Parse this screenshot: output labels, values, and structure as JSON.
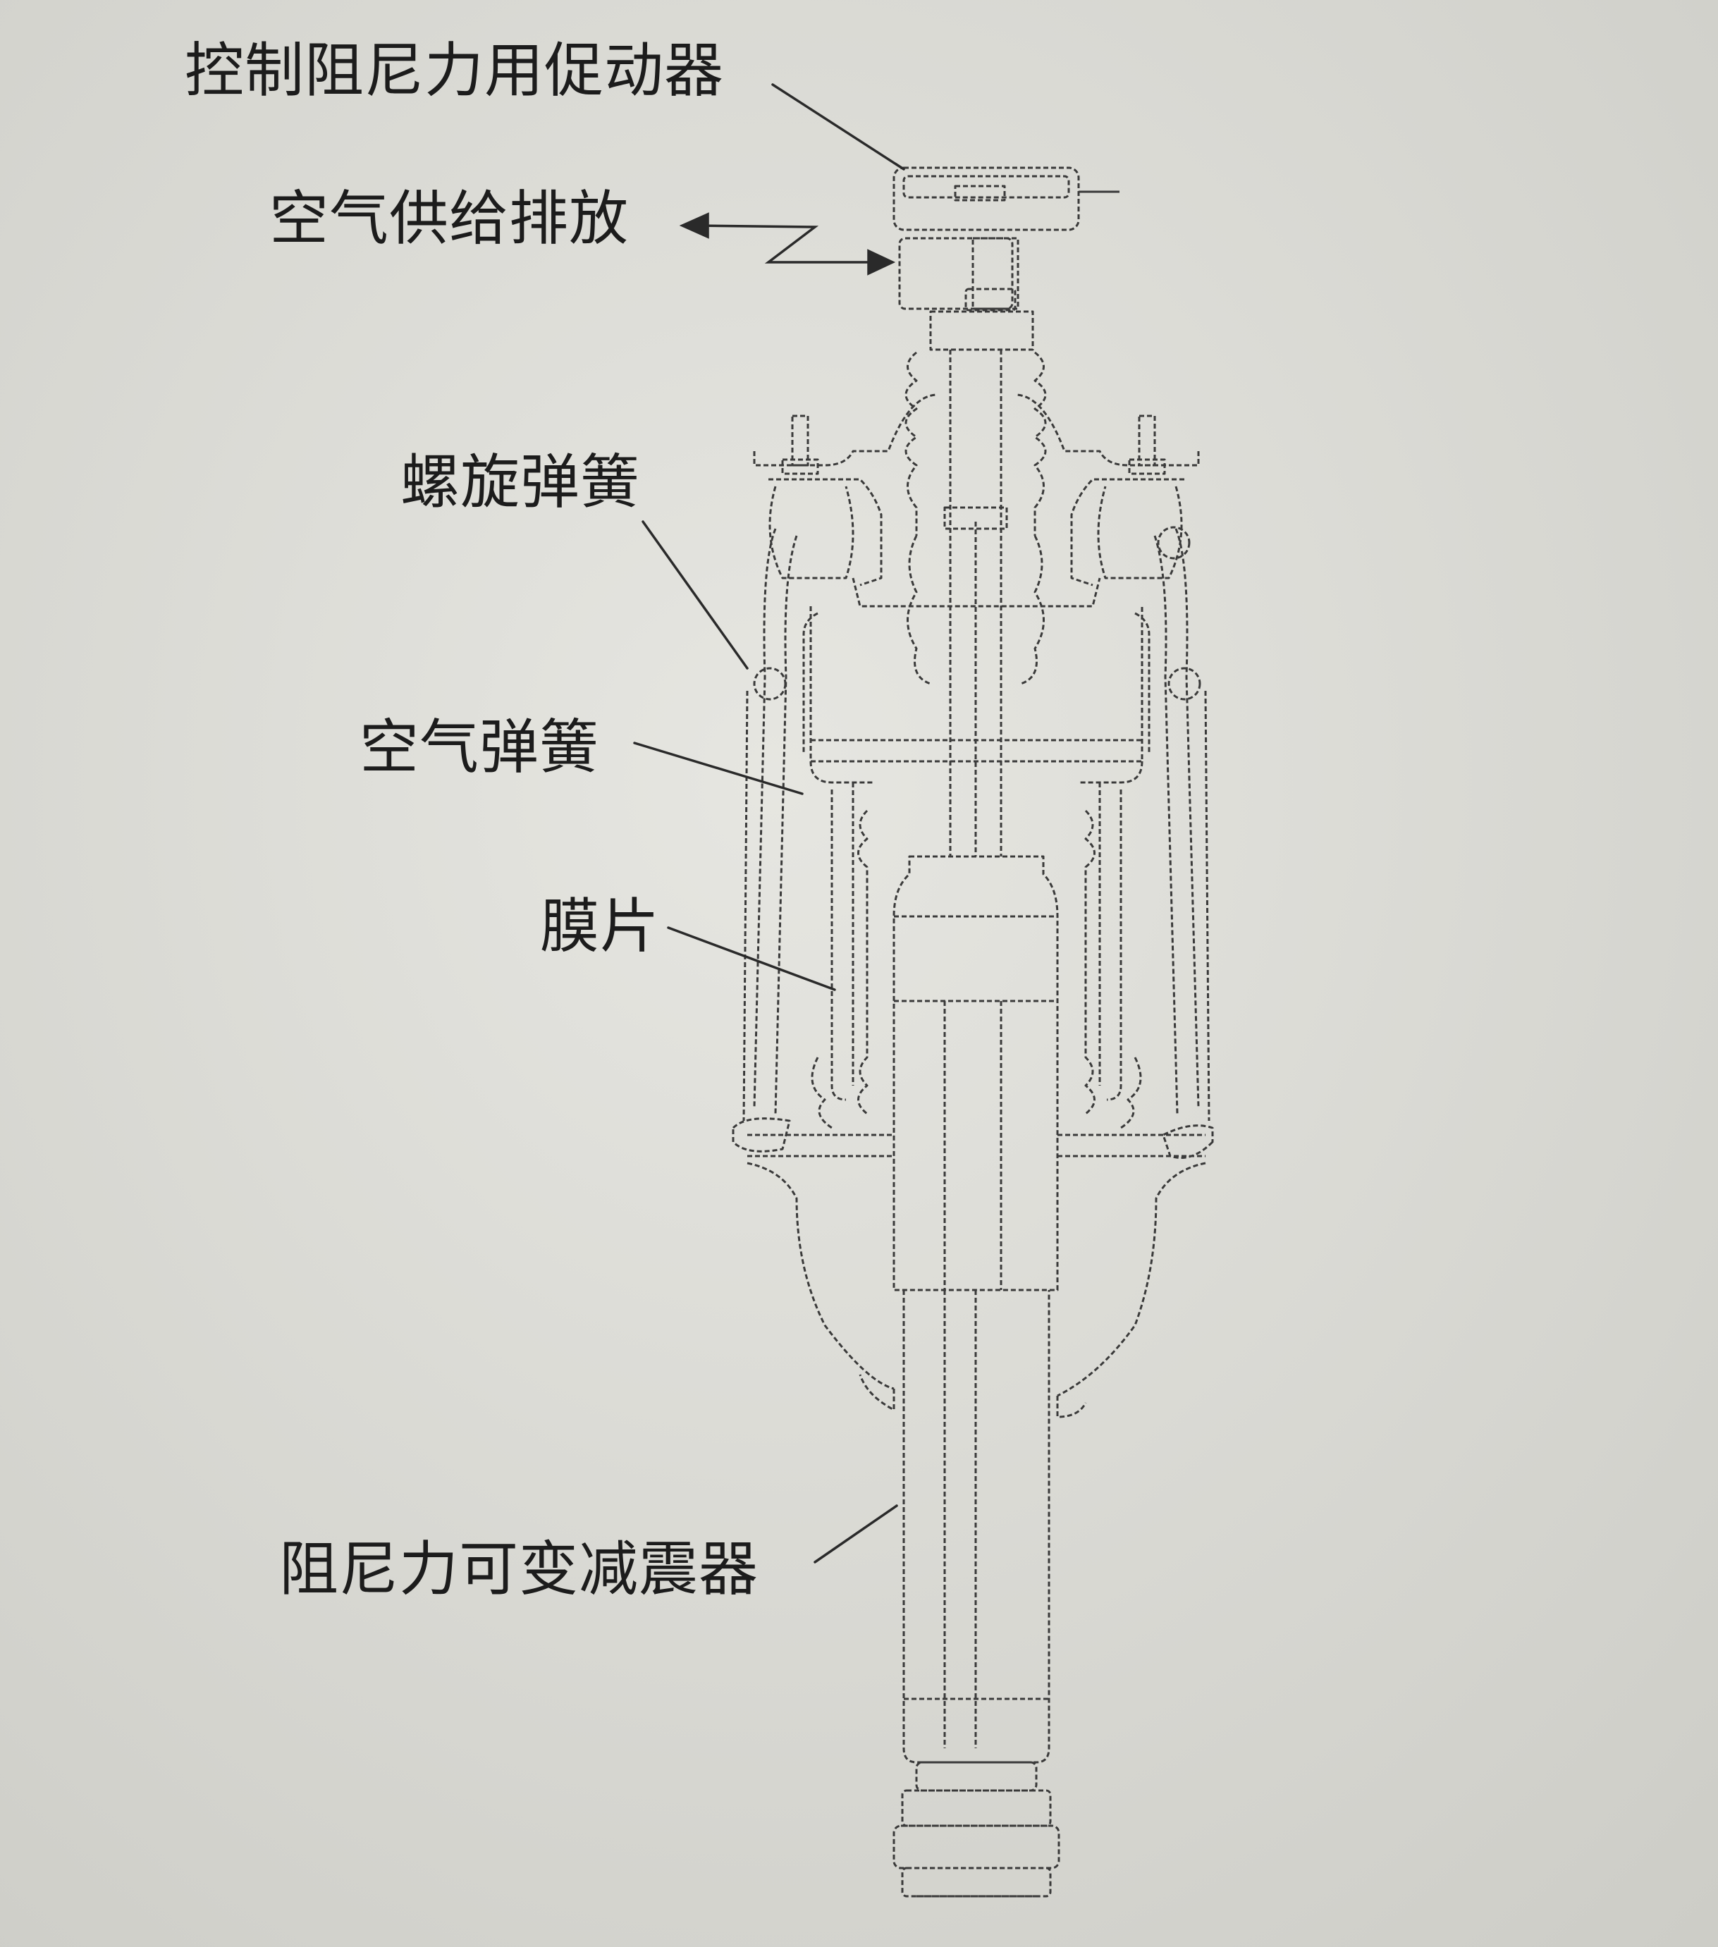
{
  "labels": {
    "actuator": "控制阻尼力用促动器",
    "air_supply": "空气供给排放",
    "coil_spring": "螺旋弹簧",
    "air_spring": "空气弹簧",
    "membrane": "膜片",
    "variable_damper": "阻尼力可变减震器"
  }
}
